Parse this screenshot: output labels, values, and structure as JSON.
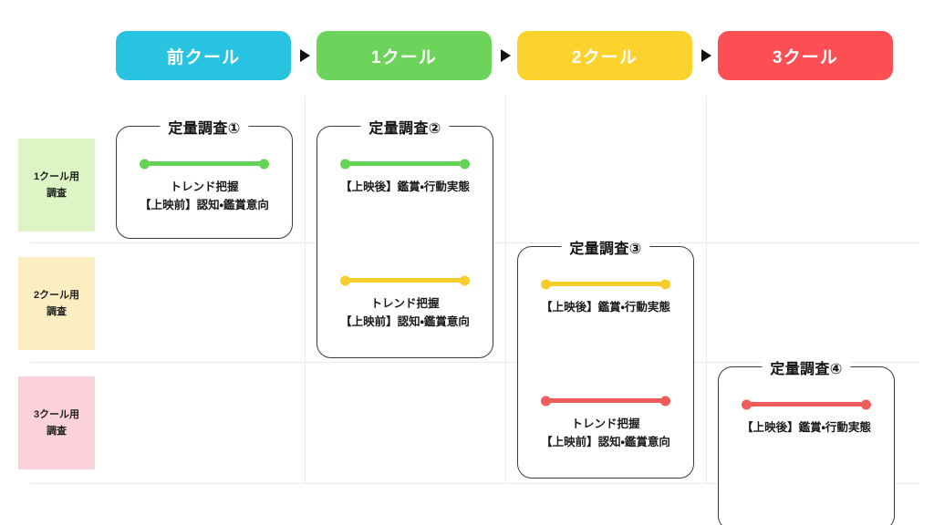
{
  "header": {
    "phases": [
      {
        "label": "前クール",
        "color": "#27c3e0"
      },
      {
        "label": "1クール",
        "color": "#6dd45b"
      },
      {
        "label": "2クール",
        "color": "#fbd32c"
      },
      {
        "label": "3クール",
        "color": "#fb4f54"
      }
    ],
    "separator_icon": "triangle-right-icon"
  },
  "rows": [
    {
      "line1": "1クール用",
      "line2": "調査",
      "color": "#ddf5c4"
    },
    {
      "line1": "2クール用",
      "line2": "調査",
      "color": "#fbeec2"
    },
    {
      "line1": "3クール用",
      "line2": "調査",
      "color": "#fcd2da"
    }
  ],
  "cards": [
    {
      "title": "定量調査①",
      "entries": [
        {
          "bar_color": "#63d456",
          "line1": "トレンド把握",
          "line2": "【上映前】認知・鑑賞意向"
        }
      ]
    },
    {
      "title": "定量調査②",
      "entries": [
        {
          "bar_color": "#63d456",
          "line1": "【上映後】鑑賞・行動実態",
          "line2": ""
        },
        {
          "bar_color": "#f7cd2b",
          "line1": "トレンド把握",
          "line2": "【上映前】認知・鑑賞意向"
        }
      ]
    },
    {
      "title": "定量調査③",
      "entries": [
        {
          "bar_color": "#f7cd2b",
          "line1": "【上映後】鑑賞・行動実態",
          "line2": ""
        },
        {
          "bar_color": "#f05b5b",
          "line1": "トレンド把握",
          "line2": "【上映前】認知・鑑賞意向"
        }
      ]
    },
    {
      "title": "定量調査④",
      "entries": [
        {
          "bar_color": "#f05b5b",
          "line1": "【上映後】鑑賞・行動実態",
          "line2": ""
        }
      ]
    }
  ]
}
